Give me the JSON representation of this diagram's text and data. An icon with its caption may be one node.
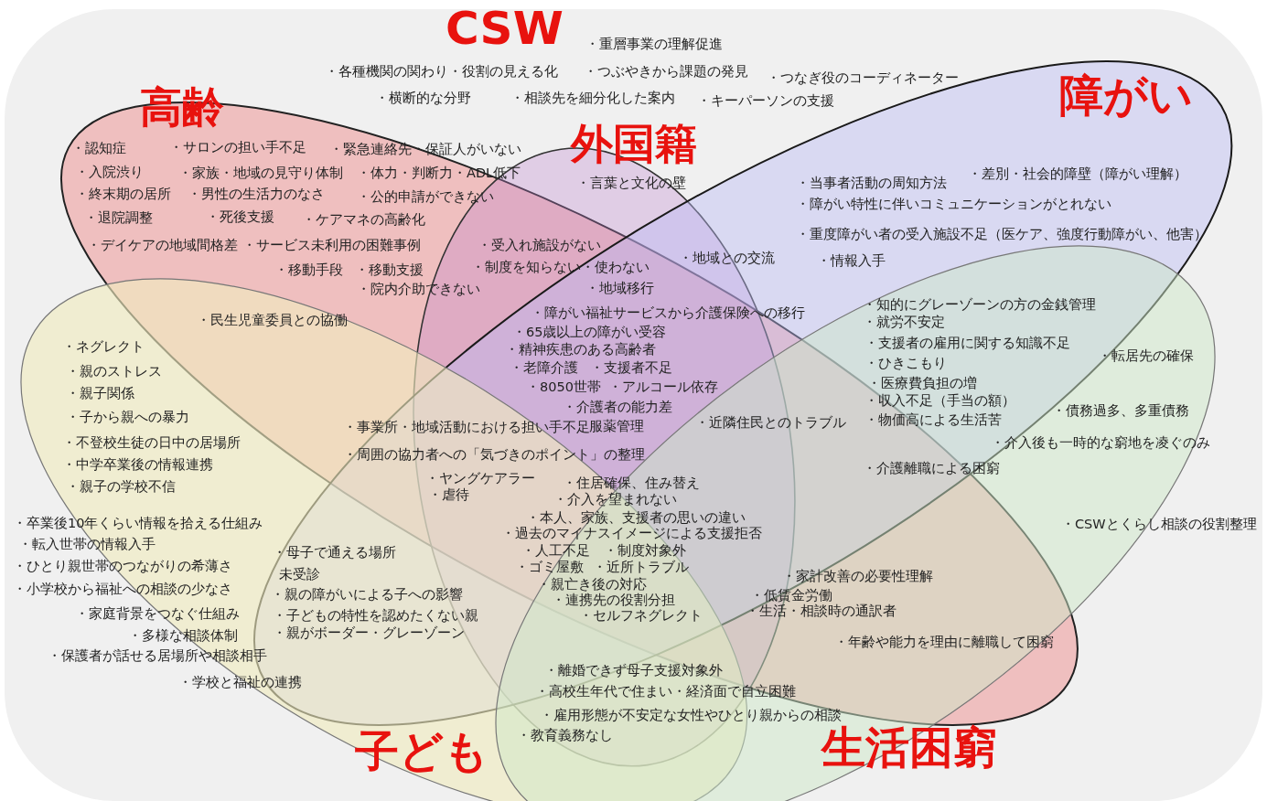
{
  "diagram": {
    "nodes": [
      {
        "text": [
          "CSW"
        ]
      },
      {
        "text": [
          "高齢"
        ],
        "in": 0
      },
      {
        "text": [
          "外国籍"
        ],
        "in": 0
      },
      {
        "text": [
          "障がい"
        ],
        "in": 0
      },
      {
        "text": [
          "子ども"
        ],
        "in": 0
      },
      {
        "text": [
          "生活困窮"
        ],
        "in": 0
      }
    ],
    "labels": [
      "・重層事業の理解促進",
      "・各種機関の関わり・役割の見える化",
      "・つぶやきから課題の発見",
      "・つなぎ役のコーディネーター",
      "・横断的な分野",
      "・相談先を細分化した案内",
      "・キーパーソンの支援",
      "・認知症",
      "・サロンの担い手不足",
      "・緊急連絡先・保証人がいない",
      "・入院渋り",
      "・家族・地域の見守り体制",
      "・体力・判断力・ADL低下",
      "・終末期の居所",
      "・男性の生活力のなさ",
      "・公的申請ができない",
      "・退院調整",
      "・死後支援",
      "・ケアマネの高齢化",
      "・デイケアの地域間格差",
      "・サービス未利用の困難事例",
      "・移動手段",
      "・移動支援",
      "・院内介助できない",
      "・民生児童委員との協働",
      "・言葉と文化の壁",
      "・受入れ施設がない",
      "・制度を知らない・使わない",
      "・地域との交流",
      "・地域移行",
      "・当事者活動の周知方法",
      "・差別・社会的障壁（障がい理解）",
      "・障がい特性に伴いコミュニケーションがとれない",
      "・重度障がい者の受入施設不足（医ケア、強度行動障がい、他害）",
      "・情報入手",
      "・障がい福祉サービスから介護保険への移行",
      "・65歳以上の障がい受容",
      "・精神疾患のある高齢者",
      "・老障介護",
      "・支援者不足",
      "・8050世帯",
      "・アルコール依存",
      "・介護者の能力差",
      "・事業所・地域活動における担い手不足",
      "服薬管理",
      "・近隣住民とのトラブル",
      "・周囲の協力者への「気づきのポイント」の整理",
      "・ヤングケアラー",
      "・虐待",
      "・住居確保、住み替え",
      "・介入を望まれない",
      "・本人、家族、支援者の思いの違い",
      "・過去のマイナスイメージによる支援拒否",
      "・人工不足",
      "・制度対象外",
      "・ゴミ屋敷",
      "・近所トラブル",
      "・親亡き後の対応",
      "・連携先の役割分担",
      "・セルフネグレクト",
      "・知的にグレーゾーンの方の金銭管理",
      "・就労不安定",
      "・支援者の雇用に関する知識不足",
      "・ひきこもり",
      "・医療費負担の増",
      "・収入不足（手当の額）",
      "・物価高による生活苦",
      "・転居先の確保",
      "・債務過多、多重債務",
      "・介入後も一時的な窮地を凌ぐのみ",
      "・介護離職による困窮",
      "・CSWとくらし相談の役割整理",
      "・家計改善の必要性理解",
      "・低賃金労働",
      "・生活・相談時の通訳者",
      "・年齢や能力を理由に離職して困窮",
      "・離婚できず母子支援対象外",
      "・高校生年代で住まい・経済面で自立困難",
      "・雇用形態が不安定な女性やひとり親からの相談",
      "・教育義務なし",
      "・ネグレクト",
      "・親のストレス",
      "・親子関係",
      "・子から親への暴力",
      "・不登校生徒の日中の居場所",
      "・中学卒業後の情報連携",
      "・親子の学校不信",
      "・卒業後10年くらい情報を拾える仕組み",
      "・転入世帯の情報入手",
      "・ひとり親世帯のつながりの希薄さ",
      "・小学校から福祉への相談の少なさ",
      "・家庭背景をつなぐ仕組み",
      "・多様な相談体制",
      "・保護者が話せる居場所や相談相手",
      "・学校と福祉の連携",
      "・母子で通える場所",
      "未受診",
      "・親の障がいによる子への影響",
      "・子どもの特性を認めたくない親",
      "・親がボーダー・グレーゾーン"
    ]
  }
}
